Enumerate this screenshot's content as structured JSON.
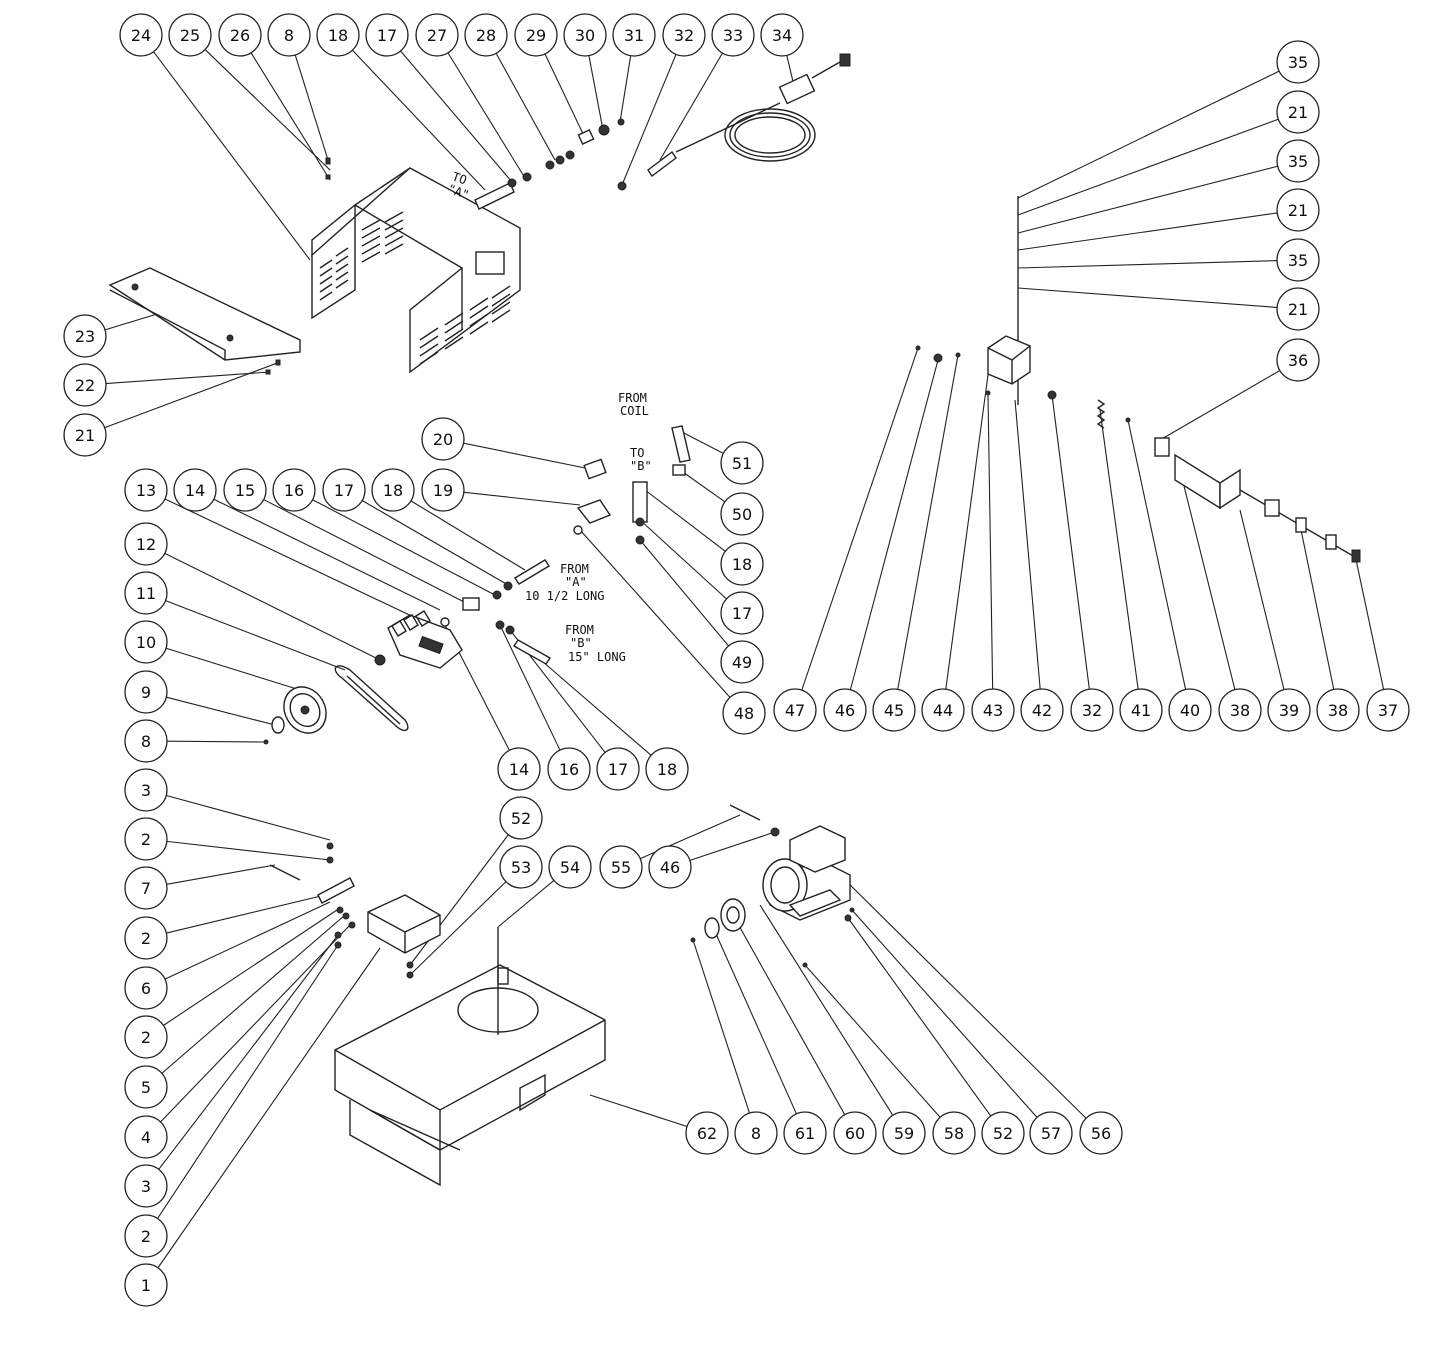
{
  "balloons": [
    {
      "id": "b1",
      "n": "24",
      "to": [
        310,
        260
      ]
    },
    {
      "id": "b2",
      "n": "25",
      "to": [
        330,
        170
      ]
    },
    {
      "id": "b3",
      "n": "26",
      "to": [
        330,
        180
      ]
    },
    {
      "id": "b4",
      "n": "8",
      "to": [
        328,
        160
      ]
    },
    {
      "id": "b5",
      "n": "18",
      "to": [
        485,
        190
      ]
    },
    {
      "id": "b6",
      "n": "17",
      "to": [
        512,
        182
      ]
    },
    {
      "id": "b7",
      "n": "27",
      "to": [
        525,
        178
      ]
    },
    {
      "id": "b8",
      "n": "28",
      "to": [
        555,
        160
      ]
    },
    {
      "id": "b9",
      "n": "29",
      "to": [
        585,
        138
      ]
    },
    {
      "id": "b10",
      "n": "30",
      "to": [
        603,
        130
      ]
    },
    {
      "id": "b11",
      "n": "31",
      "to": [
        620,
        122
      ]
    },
    {
      "id": "b12",
      "n": "32",
      "to": [
        622,
        185
      ]
    },
    {
      "id": "b13",
      "n": "33",
      "to": [
        660,
        160
      ]
    },
    {
      "id": "b14",
      "n": "34",
      "to": [
        795,
        90
      ]
    },
    {
      "id": "b15",
      "n": "24",
      "to": null
    },
    {
      "id": "b16",
      "n": "35",
      "to": [
        1018,
        198
      ]
    },
    {
      "id": "b17",
      "n": "21",
      "to": [
        1018,
        215
      ]
    },
    {
      "id": "b18",
      "n": "35",
      "to": [
        1018,
        233
      ]
    },
    {
      "id": "b19",
      "n": "21",
      "to": [
        1018,
        250
      ]
    },
    {
      "id": "b20",
      "n": "35",
      "to": [
        1018,
        268
      ]
    },
    {
      "id": "b21",
      "n": "21",
      "to": [
        1018,
        288
      ]
    },
    {
      "id": "b22",
      "n": "23",
      "to": [
        170,
        310
      ]
    },
    {
      "id": "b23",
      "n": "22",
      "to": [
        270,
        372
      ]
    },
    {
      "id": "b24",
      "n": "21",
      "to": [
        280,
        362
      ]
    },
    {
      "id": "b25",
      "n": "36",
      "to": [
        1160,
        440
      ]
    },
    {
      "id": "b26",
      "n": "20",
      "to": [
        595,
        470
      ]
    },
    {
      "id": "b27",
      "n": "51",
      "to": [
        678,
        430
      ]
    },
    {
      "id": "b28",
      "n": "50",
      "to": [
        680,
        470
      ]
    },
    {
      "id": "b29",
      "n": "19",
      "to": [
        580,
        505
      ]
    },
    {
      "id": "b30",
      "n": "18",
      "to": [
        645,
        490
      ]
    },
    {
      "id": "b31",
      "n": "17",
      "to": [
        640,
        520
      ]
    },
    {
      "id": "b32",
      "n": "49",
      "to": [
        640,
        540
      ]
    },
    {
      "id": "b33",
      "n": "48",
      "to": [
        580,
        530
      ]
    },
    {
      "id": "b34",
      "n": "13",
      "to": [
        420,
        620
      ]
    },
    {
      "id": "b35",
      "n": "14",
      "to": [
        440,
        610
      ]
    },
    {
      "id": "b36",
      "n": "15",
      "to": [
        470,
        605
      ]
    },
    {
      "id": "b37",
      "n": "16",
      "to": [
        495,
        595
      ]
    },
    {
      "id": "b38",
      "n": "17",
      "to": [
        508,
        585
      ]
    },
    {
      "id": "b39",
      "n": "18",
      "to": [
        525,
        570
      ]
    },
    {
      "id": "b40",
      "n": "12",
      "to": [
        380,
        660
      ]
    },
    {
      "id": "b41",
      "n": "11",
      "to": [
        345,
        670
      ]
    },
    {
      "id": "b42",
      "n": "10",
      "to": [
        300,
        690
      ]
    },
    {
      "id": "b43",
      "n": "9",
      "to": [
        275,
        725
      ]
    },
    {
      "id": "b44",
      "n": "8",
      "to": [
        265,
        742
      ]
    },
    {
      "id": "b45",
      "n": "14",
      "to": [
        445,
        625
      ]
    },
    {
      "id": "b46",
      "n": "16",
      "to": [
        500,
        625
      ]
    },
    {
      "id": "b47",
      "n": "17",
      "to": [
        510,
        630
      ]
    },
    {
      "id": "b48",
      "n": "18",
      "to": [
        535,
        655
      ]
    },
    {
      "id": "b49",
      "n": "47",
      "to": [
        918,
        348
      ]
    },
    {
      "id": "b50",
      "n": "46",
      "to": [
        938,
        360
      ]
    },
    {
      "id": "b51",
      "n": "45",
      "to": [
        958,
        355
      ]
    },
    {
      "id": "b52",
      "n": "44",
      "to": [
        990,
        360
      ]
    },
    {
      "id": "b53",
      "n": "43",
      "to": [
        988,
        395
      ]
    },
    {
      "id": "b54",
      "n": "42",
      "to": [
        1015,
        400
      ]
    },
    {
      "id": "b55",
      "n": "32",
      "to": [
        1052,
        395
      ]
    },
    {
      "id": "b56",
      "n": "41",
      "to": [
        1100,
        410
      ]
    },
    {
      "id": "b57",
      "n": "40",
      "to": [
        1128,
        420
      ]
    },
    {
      "id": "b58",
      "n": "38",
      "to": [
        1180,
        470
      ]
    },
    {
      "id": "b59",
      "n": "39",
      "to": [
        1240,
        510
      ]
    },
    {
      "id": "b60",
      "n": "38",
      "to": [
        1300,
        525
      ]
    },
    {
      "id": "b61",
      "n": "37",
      "to": [
        1355,
        555
      ]
    },
    {
      "id": "b62",
      "n": "3",
      "to": [
        330,
        840
      ]
    },
    {
      "id": "b63",
      "n": "2",
      "to": [
        330,
        860
      ]
    },
    {
      "id": "b64",
      "n": "7",
      "to": [
        275,
        865
      ]
    },
    {
      "id": "b65",
      "n": "2",
      "to": [
        325,
        895
      ]
    },
    {
      "id": "b66",
      "n": "6",
      "to": [
        330,
        902
      ]
    },
    {
      "id": "b67",
      "n": "2",
      "to": [
        340,
        908
      ]
    },
    {
      "id": "b68",
      "n": "5",
      "to": [
        345,
        915
      ]
    },
    {
      "id": "b69",
      "n": "4",
      "to": [
        350,
        925
      ]
    },
    {
      "id": "b70",
      "n": "3",
      "to": [
        338,
        935
      ]
    },
    {
      "id": "b71",
      "n": "2",
      "to": [
        338,
        945
      ]
    },
    {
      "id": "b72",
      "n": "1",
      "to": [
        380,
        948
      ]
    },
    {
      "id": "b73",
      "n": "52",
      "to": [
        410,
        965
      ]
    },
    {
      "id": "b74",
      "n": "53",
      "to": [
        410,
        975
      ]
    },
    {
      "id": "b75",
      "n": "54",
      "to": [
        498,
        927
      ]
    },
    {
      "id": "b76",
      "n": "55",
      "to": [
        740,
        815
      ]
    },
    {
      "id": "b77",
      "n": "46",
      "to": [
        775,
        832
      ]
    },
    {
      "id": "b78",
      "n": "62",
      "to": [
        590,
        1095
      ]
    },
    {
      "id": "b79",
      "n": "8",
      "to": [
        693,
        940
      ]
    },
    {
      "id": "b80",
      "n": "61",
      "to": [
        712,
        925
      ]
    },
    {
      "id": "b81",
      "n": "60",
      "to": [
        733,
        915
      ]
    },
    {
      "id": "b82",
      "n": "59",
      "to": [
        760,
        905
      ]
    },
    {
      "id": "b83",
      "n": "58",
      "to": [
        805,
        965
      ]
    },
    {
      "id": "b84",
      "n": "52",
      "to": [
        848,
        918
      ]
    },
    {
      "id": "b85",
      "n": "57",
      "to": [
        852,
        910
      ]
    },
    {
      "id": "b86",
      "n": "56",
      "to": [
        840,
        875
      ]
    }
  ],
  "notes": {
    "to_a": [
      "TO",
      "\"A\""
    ],
    "from_coil": [
      "FROM",
      "COIL"
    ],
    "to_b": [
      "TO",
      "\"B\""
    ],
    "from_a": [
      "FROM",
      "\"A\"",
      "10 1/2 LONG"
    ],
    "from_b": [
      "FROM",
      "\"B\"",
      "15\" LONG"
    ]
  }
}
